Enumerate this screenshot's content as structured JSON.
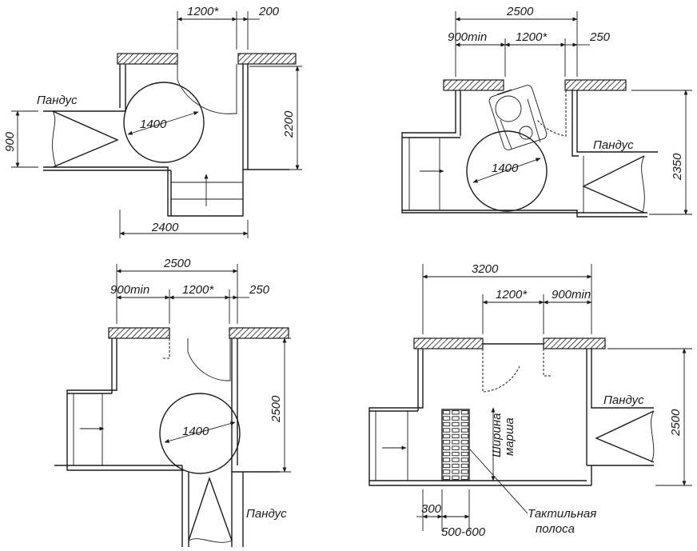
{
  "plans": {
    "top_left": {
      "dim_opening": "1200*",
      "dim_side": "200",
      "dim_height": "2200",
      "dim_ramp_width": "900",
      "dim_circle": "1400",
      "dim_bottom": "2400",
      "ramp_label": "Пандус"
    },
    "top_right": {
      "dim_total": "2500",
      "dim_left": "900min",
      "dim_opening": "1200*",
      "dim_right": "250",
      "dim_height": "2350",
      "dim_circle": "1400",
      "ramp_label": "Пандус"
    },
    "bottom_left": {
      "dim_total": "2500",
      "dim_left": "900min",
      "dim_opening": "1200*",
      "dim_right": "250",
      "dim_height": "2500",
      "dim_circle": "1400",
      "ramp_label": "Пандус"
    },
    "bottom_right": {
      "dim_total": "3200",
      "dim_opening": "1200*",
      "dim_right": "900min",
      "dim_height": "2500",
      "ramp_label": "Пандус",
      "march_width_line1": "Ширина",
      "march_width_line2": "марша",
      "tactile_line1": "Тактильная",
      "tactile_line2": "полоса",
      "dim_offset": "300",
      "dim_strip": "500-600"
    }
  }
}
